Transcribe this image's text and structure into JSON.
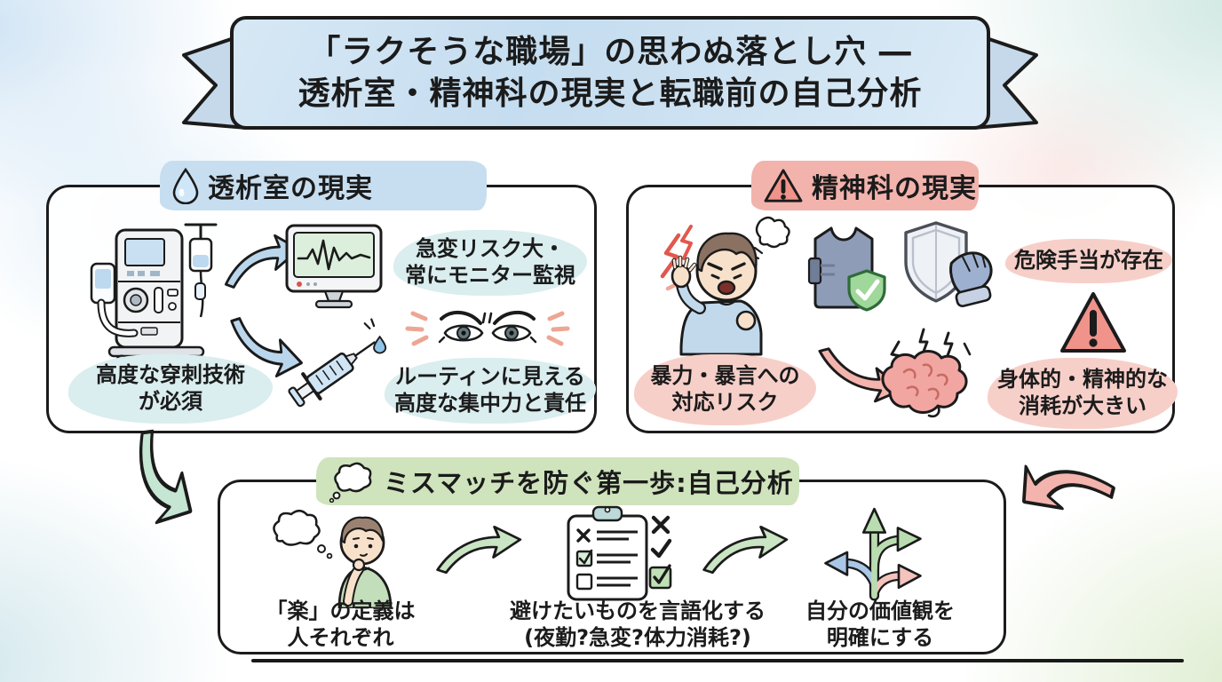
{
  "title": {
    "line1": "「ラクそうな職場」の思わぬ落とし穴 ―",
    "line2": "透析室・精神科の現実と転職前の自己分析"
  },
  "sections": {
    "dialysis": {
      "header": "透析室の現実",
      "machine_label": [
        "高度な穿刺技術",
        "が必須"
      ],
      "monitor_label": [
        "急変リスク大・",
        "常にモニター監視"
      ],
      "focus_label": [
        "ルーティンに見える",
        "高度な集中力と責任"
      ]
    },
    "psychiatry": {
      "header": "精神科の現実",
      "violence_label": [
        "暴力・暴言への",
        "対応リスク"
      ],
      "allowance_label": "危険手当が存在",
      "exhaustion_label": [
        "身体的・精神的な",
        "消耗が大きい"
      ]
    },
    "analysis": {
      "header": "ミスマッチを防ぐ第一歩:自己分析",
      "step1": [
        "「楽」の定義は",
        "人それぞれ"
      ],
      "step2": [
        "避けたいものを言語化する",
        "(夜勤?急変?体力消耗?)"
      ],
      "step3": [
        "自分の価値観を",
        "明確にする"
      ]
    }
  },
  "icons": {
    "dialysis_header": "water-drop",
    "psychiatry_header": "warning-triangle",
    "analysis_header": "thought-bubble",
    "illustrations": [
      "dialysis-machine",
      "vital-monitor",
      "syringe",
      "focused-eyes",
      "agitated-patient",
      "protective-vest",
      "shield-glove",
      "brain",
      "warning-triangle",
      "thinking-nurse",
      "checklist-clipboard",
      "branching-arrows"
    ]
  },
  "colors": {
    "banner_fill": "#cfe3f2",
    "banner_tail": "#c6d9ea",
    "dialysis_accent": "#c7def0",
    "dialysis_bubble": "#daedef",
    "psychiatry_accent": "#f2b3ad",
    "psychiatry_bubble": "#f7cfc9",
    "analysis_accent": "#cfe3bd",
    "arrow_blue": "#b9d6ec",
    "arrow_pink": "#f3b4ae",
    "arrow_green": "#c9e5c4",
    "outline": "#1b1b1b"
  }
}
